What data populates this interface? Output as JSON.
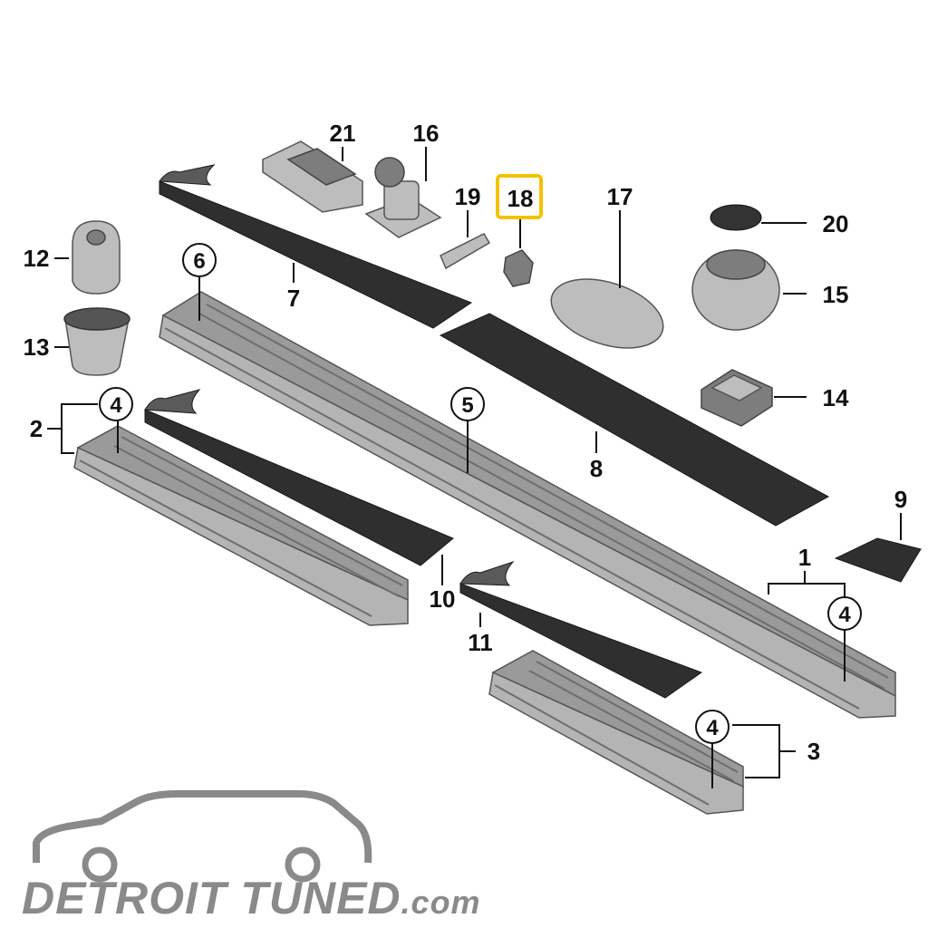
{
  "labels": {
    "p1": "1",
    "p2": "2",
    "p3": "3",
    "p7": "7",
    "p8": "8",
    "p9": "9",
    "p10": "10",
    "p11": "11",
    "p12": "12",
    "p13": "13",
    "p14": "14",
    "p15": "15",
    "p16": "16",
    "p17": "17",
    "p18": "18",
    "p19": "19",
    "p20": "20",
    "p21": "21"
  },
  "circled": {
    "c4a": "4",
    "c4b": "4",
    "c4c": "4",
    "c5": "5",
    "c6": "6"
  },
  "highlight": {
    "part": "18",
    "color": "#f2c300"
  },
  "brand": {
    "name": "DETROIT TUNED",
    "suffix": ".com"
  }
}
